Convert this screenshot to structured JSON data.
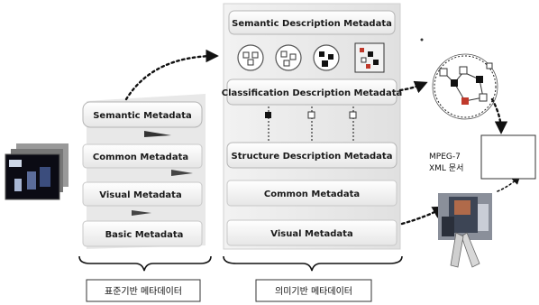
{
  "left_stack": {
    "items": [
      {
        "label": "Semantic Metadata"
      },
      {
        "label": "Common Metadata"
      },
      {
        "label": "Visual  Metadata"
      },
      {
        "label": "Basic Metadata"
      }
    ],
    "caption": "표준기반 메타데이터"
  },
  "right_stack": {
    "items": [
      {
        "label": "Semantic Description Metadata"
      },
      {
        "label": "Classification Description Metadata"
      },
      {
        "label": "Structure Description Metadata"
      },
      {
        "label": "Common Metadata"
      },
      {
        "label": "Visual Metadata"
      }
    ],
    "caption": "의미기반 메타데이터"
  },
  "xml_box": {
    "line1": "MPEG-7",
    "line2": "XML 문서"
  },
  "colors": {
    "frame": "#d9d9d9",
    "box_fill": "#ffffff",
    "shadow": "#cfcfcf",
    "arrow": "#111111",
    "accent_red": "#c0392b"
  },
  "icons": [
    "thumbnail-stack-icon",
    "graph-icon",
    "circle-graph-icon",
    "molecule-graph-icon",
    "video-person-icon"
  ]
}
